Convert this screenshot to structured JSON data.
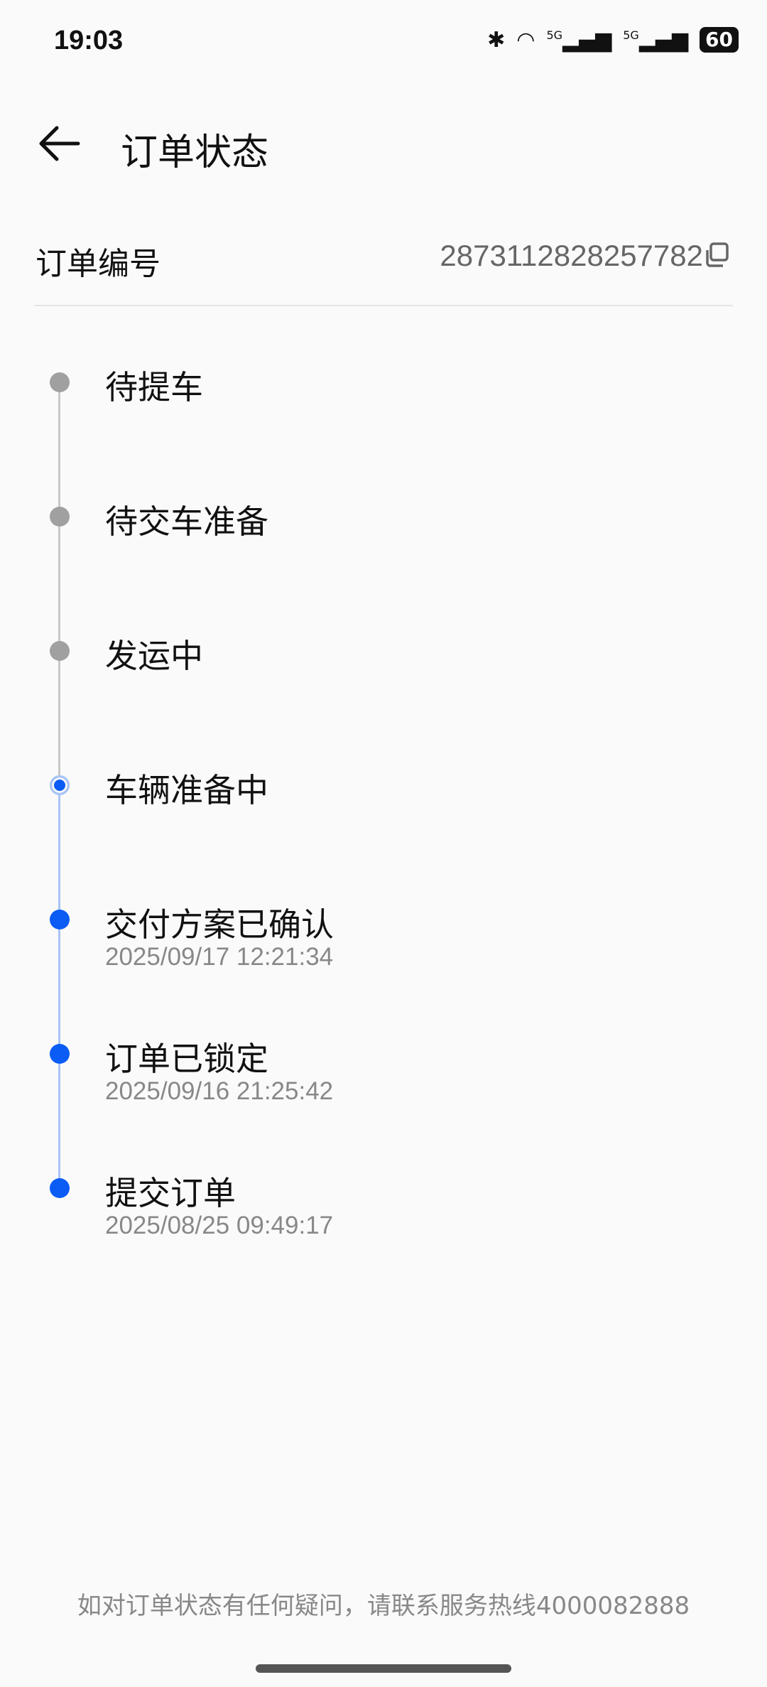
{
  "status_bar": {
    "time": "19:03",
    "signal1": "5G",
    "signal2": "5G",
    "battery": "60"
  },
  "header": {
    "title": "订单状态"
  },
  "order": {
    "label": "订单编号",
    "number": "2873112828257782"
  },
  "timeline": [
    {
      "label": "待提车",
      "date": null,
      "state": "pending"
    },
    {
      "label": "待交车准备",
      "date": null,
      "state": "pending"
    },
    {
      "label": "发运中",
      "date": null,
      "state": "pending"
    },
    {
      "label": "车辆准备中",
      "date": null,
      "state": "current"
    },
    {
      "label": "交付方案已确认",
      "date": "2025/09/17 12:21:34",
      "state": "done"
    },
    {
      "label": "订单已锁定",
      "date": "2025/09/16 21:25:42",
      "state": "done"
    },
    {
      "label": "提交订单",
      "date": "2025/08/25 09:49:17",
      "state": "done"
    }
  ],
  "footer": "如对订单状态有任何疑问，请联系服务热线4000082888",
  "colors": {
    "accent": "#0a5cf5",
    "pending": "#a0a0a0",
    "line_done": "#a8c4f4",
    "line_pending": "#c8c8c8"
  }
}
